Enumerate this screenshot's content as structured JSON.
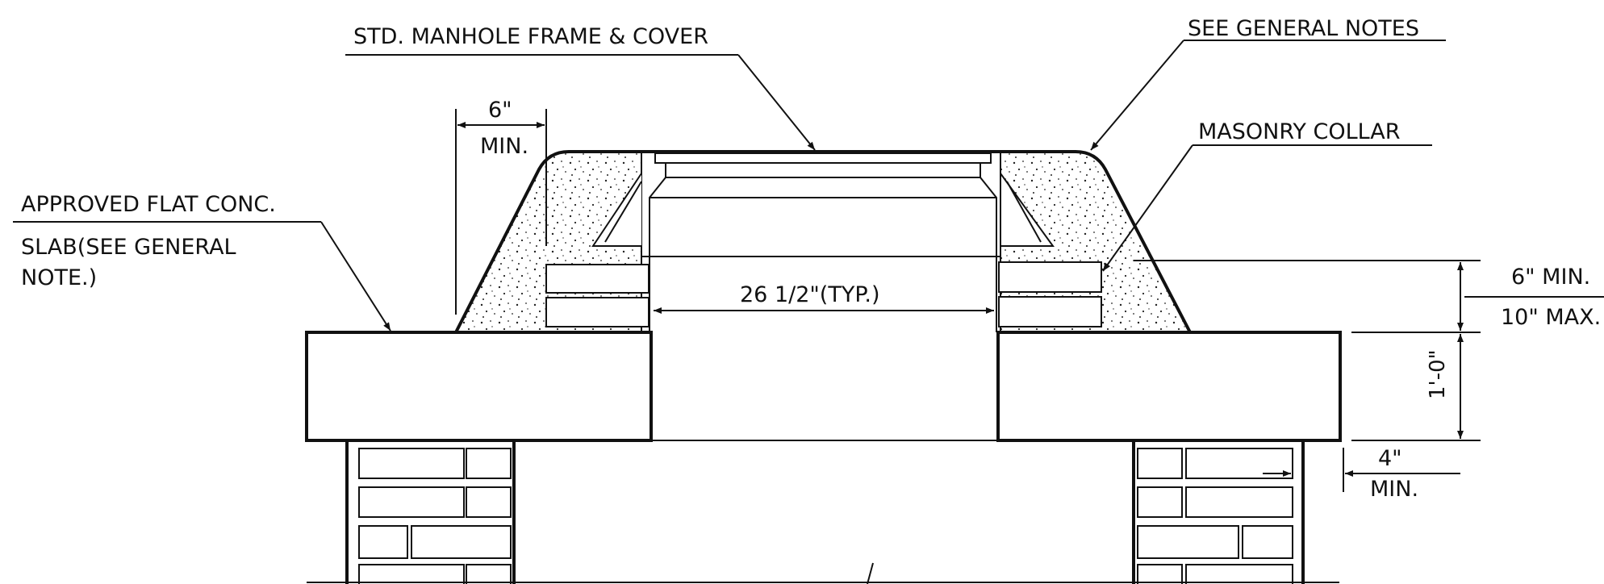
{
  "labels": {
    "frame_cover": "STD. MANHOLE FRAME & COVER",
    "general_notes": "SEE GENERAL NOTES",
    "masonry_collar": "MASONRY COLLAR",
    "slab_line1": "APPROVED FLAT CONC.",
    "slab_line2": "SLAB(SEE GENERAL",
    "slab_line3": "NOTE.)",
    "dim_6in": "6\"",
    "dim_min": "MIN.",
    "dim_opening": "26 1/2\"(TYP.)",
    "dim_6in_min": "6\" MIN.",
    "dim_10in_max": "10\" MAX.",
    "dim_slab": "1'-0\"",
    "dim_4in": "4\"",
    "dim_4in_min": "MIN."
  }
}
